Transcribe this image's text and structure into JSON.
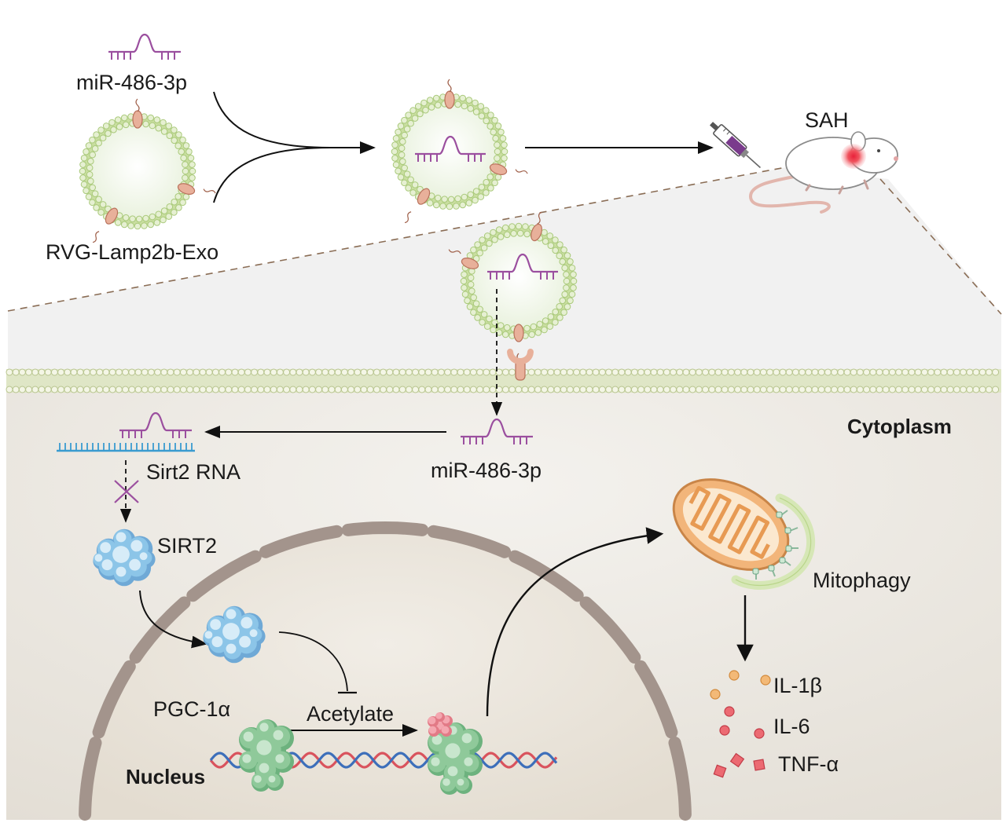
{
  "labels": {
    "mirna_top": "miR-486-3p",
    "exosome": "RVG-Lamp2b-Exo",
    "sah": "SAH",
    "cytoplasm": "Cytoplasm",
    "sirt2_rna": "Sirt2 RNA",
    "mirna_cyto": "miR-486-3p",
    "sirt2": "SIRT2",
    "pgc1a": "PGC-1α",
    "acetylate": "Acetylate",
    "nucleus": "Nucleus",
    "mitophagy": "Mitophagy",
    "il1b": "IL-1β",
    "il6": "IL-6",
    "tnfa": "TNF-α"
  },
  "colors": {
    "mirna": "#9b4f9f",
    "membrane_green": "#c9dea0",
    "vesicle_green": "#a9c97a",
    "protein_blue": "#8cc5e8",
    "protein_green": "#8fc99a",
    "nucleus_rim": "#a3948c",
    "nucleus_fill": "#e9e3da",
    "cytoplasm_fill": "#ece9e2",
    "mito_orange": "#f0a868",
    "cytokine_orange": "#f3b977",
    "cytokine_red": "#ec6a72",
    "rna_blue": "#3a9bd0",
    "dna_red": "#d9535d",
    "dna_blue": "#3d6fba"
  },
  "icons": [
    "syringe-icon",
    "mouse-icon",
    "brain-lesion-icon",
    "mitochondrion-icon",
    "receptor-icon",
    "inhibition-cross-icon"
  ]
}
